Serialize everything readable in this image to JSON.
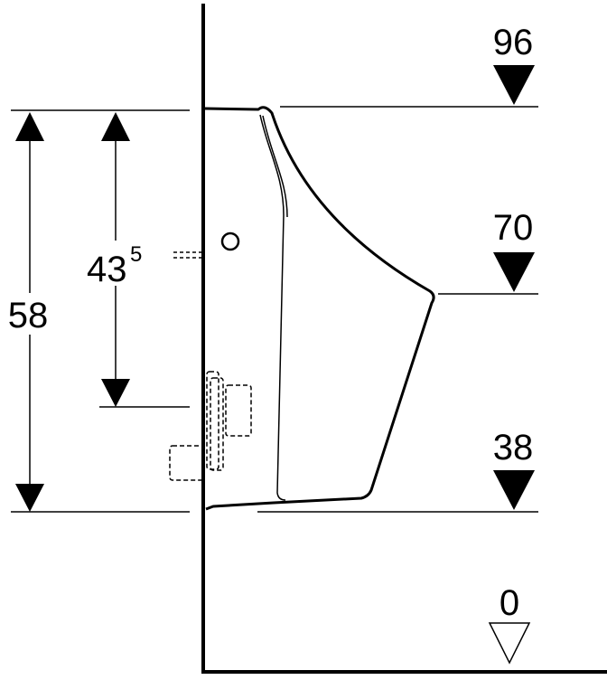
{
  "levels": [
    {
      "label": "96",
      "marker": "filled-triangle"
    },
    {
      "label": "70",
      "marker": "filled-triangle"
    },
    {
      "label": "38",
      "marker": "filled-triangle"
    },
    {
      "label": "0",
      "marker": "outline-triangle"
    }
  ],
  "dimensions": {
    "overall": "58",
    "outlet_main": "43",
    "outlet_sup": "5"
  },
  "colors": {
    "line": "#000000",
    "background": "#ffffff"
  }
}
